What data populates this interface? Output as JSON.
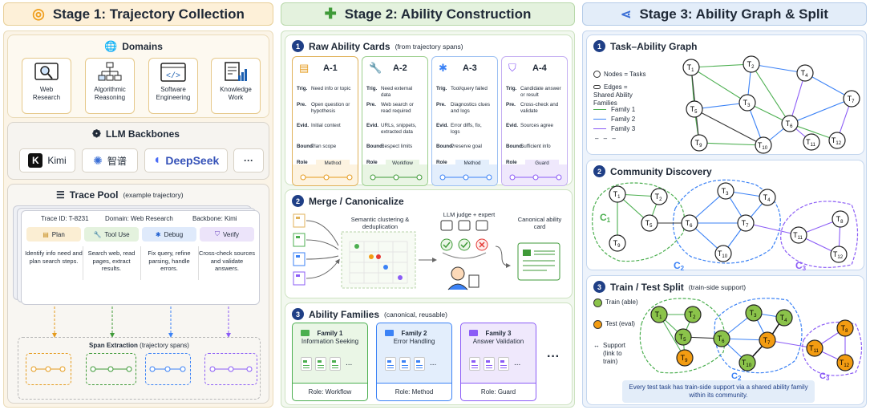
{
  "stage1": {
    "title": "Stage 1: Trajectory Collection",
    "domains": {
      "heading": "Domains",
      "items": [
        "Web Research",
        "Algorithmic Reasoning",
        "Software Engineering",
        "Knowledge Work"
      ]
    },
    "llm": {
      "heading": "LLM Backbones",
      "items": [
        "Kimi",
        "智谱",
        "DeepSeek",
        "···"
      ]
    },
    "trace_pool": {
      "heading": "Trace Pool",
      "subheading": "(example trajectory)",
      "trace_id": "Trace ID: T-8231",
      "domain": "Domain: Web Research",
      "backbone": "Backbone: Kimi",
      "steps": [
        {
          "label": "Plan",
          "desc": "Identify info need and plan search steps."
        },
        {
          "label": "Tool Use",
          "desc": "Search web, read pages, extract results."
        },
        {
          "label": "Debug",
          "desc": "Fix query, refine parsing, handle errors."
        },
        {
          "label": "Verify",
          "desc": "Cross-check sources and validate answers."
        }
      ],
      "span_title": "Span Extraction",
      "span_sub": "(trajectory spans)"
    }
  },
  "stage2": {
    "title": "Stage 2: Ability Construction",
    "raw": {
      "num": "1",
      "heading": "Raw Ability Cards",
      "sub": "(from trajectory spans)",
      "cards": [
        {
          "id": "A-1",
          "trig": "Need info or topic",
          "pre": "Open question or hypothesis",
          "evid": "Initial context",
          "bound": "Plan scope",
          "role": "Method"
        },
        {
          "id": "A-2",
          "trig": "Need external data",
          "pre": "Web search or read required",
          "evid": "URLs, snippets, extracted data",
          "bound": "Respect limits",
          "role": "Workflow"
        },
        {
          "id": "A-3",
          "trig": "Tool/query failed",
          "pre": "Diagnostics clues and logs",
          "evid": "Error diffs, fix, logs",
          "bound": "Preserve goal",
          "role": "Method"
        },
        {
          "id": "A-4",
          "trig": "Candidate answer or result",
          "pre": "Cross-check and validate",
          "evid": "Sources agree",
          "bound": "Sufficient info",
          "role": "Guard"
        }
      ],
      "labels": {
        "trig": "Trig.",
        "pre": "Pre.",
        "evid": "Evid.",
        "bound": "Bound.",
        "role": "Role"
      }
    },
    "merge": {
      "num": "2",
      "heading": "Merge / Canonicalize",
      "clustering": "Semantic clustering & deduplication",
      "judge": "LLM judge + expert",
      "canonical": "Canonical ability card"
    },
    "families": {
      "num": "3",
      "heading": "Ability Families",
      "sub": "(canonical, reusable)",
      "items": [
        {
          "name": "Family 1",
          "desc": "Information Seeking",
          "role": "Role: Workflow",
          "color": "#4caf50"
        },
        {
          "name": "Family 2",
          "desc": "Error Handling",
          "role": "Role: Method",
          "color": "#3b82f6"
        },
        {
          "name": "Family 3",
          "desc": "Answer Validation",
          "role": "Role: Guard",
          "color": "#8b5cf6"
        }
      ],
      "more": "···"
    }
  },
  "stage3": {
    "title": "Stage 3: Ability Graph & Split",
    "graph": {
      "num": "1",
      "heading": "Task–Ability Graph",
      "legend": [
        "Nodes = Tasks",
        "Edges = Shared Ability Families",
        "Family 1",
        "Family 2",
        "Family 3"
      ],
      "nodes": [
        "T1",
        "T2",
        "T3",
        "T4",
        "T5",
        "T6",
        "T7",
        "T9",
        "T10",
        "T11",
        "T12"
      ]
    },
    "community": {
      "num": "2",
      "heading": "Community Discovery",
      "labels": [
        "C1",
        "C2",
        "C3"
      ]
    },
    "split": {
      "num": "3",
      "heading": "Train / Test Split",
      "sub": "(train-side support)",
      "legend": [
        "Train (able)",
        "Test (eval)",
        "Support (link to train)"
      ],
      "note": "Every test task has train-side support via a shared ability family within its community."
    }
  },
  "colors": {
    "family1": "#4caf50",
    "family2": "#3b82f6",
    "family3": "#8b5cf6",
    "train": "#8bc34a",
    "test": "#f39c12"
  }
}
